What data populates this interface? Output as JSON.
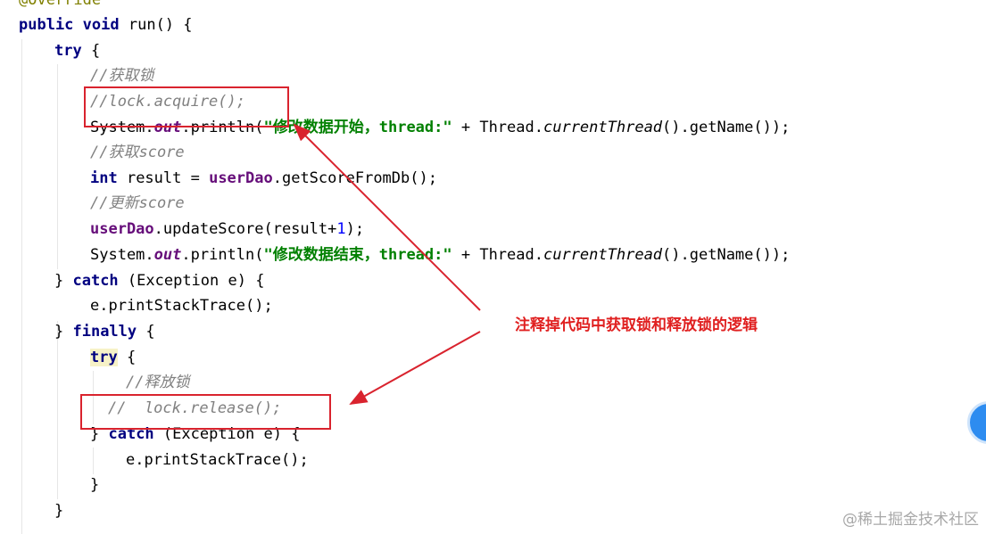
{
  "code": {
    "l0": "@Override",
    "l1": {
      "k1": "public",
      "k2": "void",
      "rest": " run() {"
    },
    "l2": {
      "k": "try",
      "rest": " {"
    },
    "l3": "//获取锁",
    "l4": "//lock.acquire();",
    "l5": {
      "a": "System.",
      "f": "out",
      "b": ".println(",
      "s": "\"修改数据开始，thread:\"",
      "c": " + Thread.",
      "m": "currentThread",
      "d": "().getName());"
    },
    "l6": "//获取score",
    "l7": {
      "k": "int",
      "a": " result = ",
      "u": "userDao",
      "b": ".getScoreFromDb();"
    },
    "l8": "//更新score",
    "l9": {
      "u": "userDao",
      "a": ".updateScore(result+",
      "n": "1",
      "b": ");"
    },
    "l10": {
      "a": "System.",
      "f": "out",
      "b": ".println(",
      "s": "\"修改数据结束，thread:\"",
      "c": " + Thread.",
      "m": "currentThread",
      "d": "().getName());"
    },
    "l11": {
      "a": "} ",
      "k": "catch",
      "b": " (Exception e) {"
    },
    "l12": "e.printStackTrace();",
    "l13": {
      "a": "} ",
      "k": "finally",
      "b": " {"
    },
    "l14": {
      "k": "try",
      "rest": " {"
    },
    "l15": "//释放锁",
    "l16": "//  lock.release();",
    "l17": {
      "a": "} ",
      "k": "catch",
      "b": " (Exception e) {"
    },
    "l18": "e.printStackTrace();",
    "l19": "}",
    "l20": "}"
  },
  "annotation": {
    "note": "注释掉代码中获取锁和释放锁的逻辑",
    "color": "#e02020"
  },
  "watermark": "@稀土掘金技术社区",
  "colors": {
    "keyword": "#000080",
    "comment": "#808080",
    "string": "#008000",
    "field": "#660e7a",
    "number": "#0000ff"
  }
}
